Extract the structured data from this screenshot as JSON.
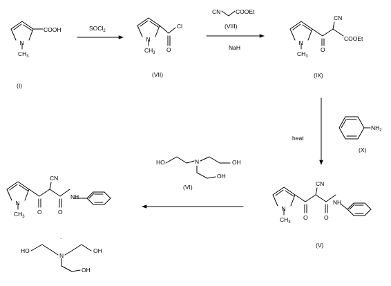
{
  "atoms": {
    "N": "N",
    "CH3_main": "CH",
    "CH3_sub": "3",
    "COOH": "COOH",
    "Cl": "Cl",
    "O": "O",
    "CN": "CN",
    "COOEt": "COOEt",
    "NH_N": "N",
    "NH_H": "H",
    "NH2_main": "NH",
    "NH2_sub": "2",
    "HO": "HO",
    "OH": "OH"
  },
  "compounds": {
    "I": "(I)",
    "VII": "(VII)",
    "IX": "(IX)",
    "V": "(V)",
    "VI": "(VI)",
    "VIII": "(VIII)",
    "X": "(X)"
  },
  "reagents": {
    "socl2_main": "SOCl",
    "socl2_sub": "2",
    "nah": "NaH",
    "heat": "heat"
  },
  "footer": {
    "dot": "."
  },
  "colors": {
    "ink": "#000000",
    "background": "#ffffff"
  }
}
